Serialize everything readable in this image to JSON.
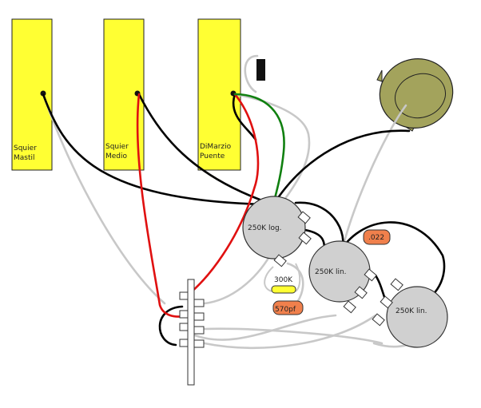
{
  "pickups": [
    {
      "line1": "Squier",
      "line2": "Mastil"
    },
    {
      "line1": "Squier",
      "line2": "Medio"
    },
    {
      "line1": "DiMarzio",
      "line2": "Puente"
    }
  ],
  "pots": {
    "volume": "250K log.",
    "tone1": "250K lin.",
    "tone2": "250K lin."
  },
  "components": {
    "resistor": "300K",
    "cap_treble": "570pf",
    "cap_tone": ".022"
  },
  "colors": {
    "pickup": "#ffff33",
    "pot": "#d0d0d0",
    "jack": "#a3a35c",
    "wire_black": "#000000",
    "wire_red": "#e01010",
    "wire_green": "#108010",
    "wire_gray": "#c8c8c8",
    "resistor": "#ffff33",
    "capacitor": "#f0804c"
  }
}
